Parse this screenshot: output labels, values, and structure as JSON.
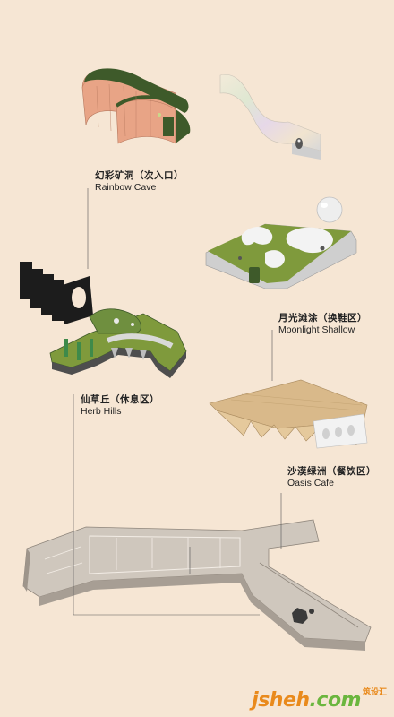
{
  "labels": {
    "rainbow": {
      "zh": "幻彩矿洞（次入口）",
      "en": "Rainbow Cave"
    },
    "moonlight": {
      "zh": "月光滩涂（换鞋区）",
      "en": "Moonlight Shallow"
    },
    "herb": {
      "zh": "仙草丘（休息区）",
      "en": "Herb Hills"
    },
    "oasis": {
      "zh": "沙漠绿洲（餐饮区）",
      "en": "Oasis Cafe"
    }
  },
  "watermark": {
    "logo_main": "jsheh",
    "logo_suffix": ".com",
    "logo_cn": "筑设汇"
  },
  "colors": {
    "background": "#f6e6d4",
    "coral": "#e8a486",
    "moss": "#6f8f3f",
    "dark_green": "#3e5a2a",
    "leader_line": "#555555",
    "wood": "#d9b98a",
    "wall": "#bdb3a8",
    "watermark_orange": "#e98a1c",
    "watermark_green": "#6bb63e"
  }
}
